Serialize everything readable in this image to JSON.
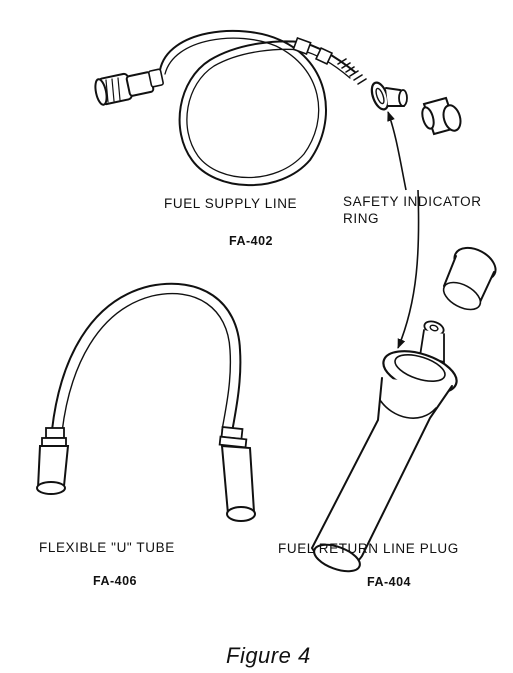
{
  "parts": {
    "fuel_supply_line": {
      "name": "FUEL SUPPLY LINE",
      "code": "FA-402"
    },
    "safety_indicator_ring": {
      "line1": "SAFETY INDICATOR",
      "line2": "RING"
    },
    "flexible_u_tube": {
      "name": "FLEXIBLE \"U\" TUBE",
      "code": "FA-406"
    },
    "fuel_return_line_plug": {
      "name": "FUEL RETURN LINE PLUG",
      "code": "FA-404"
    }
  },
  "caption": "Figure 4"
}
